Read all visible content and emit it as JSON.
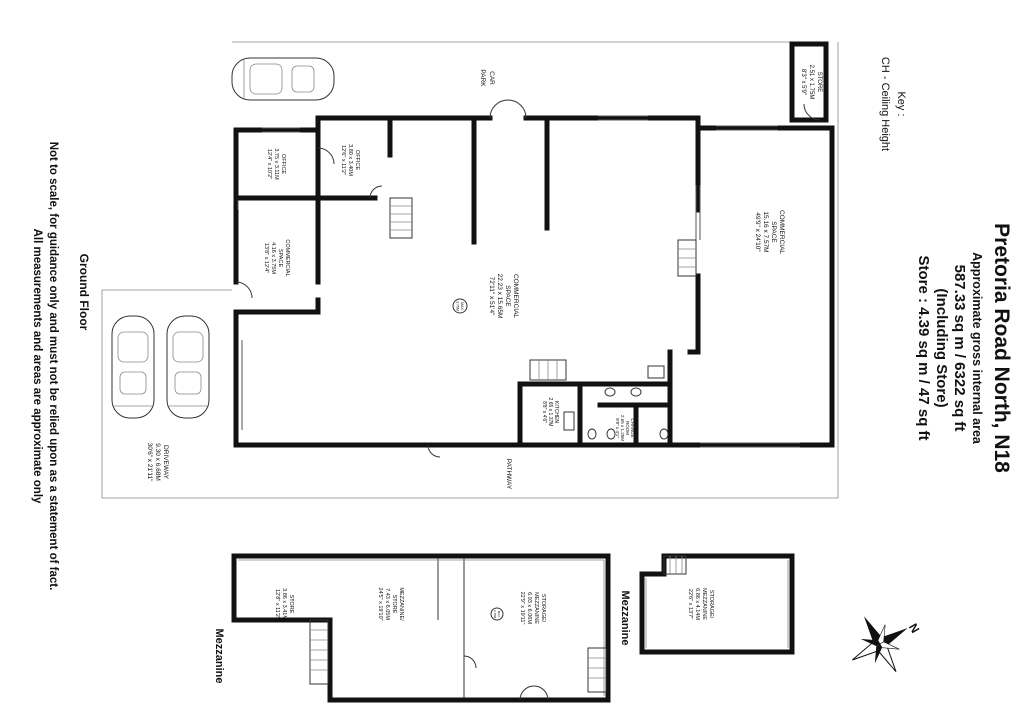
{
  "title": {
    "name": "Pretoria Road North, N18",
    "area_label": "Approximate gross internal area",
    "area_value": "587.33 sq m / 6322 sq ft",
    "area_note": "(Including Store)",
    "store_area": "Store : 4.39 sq m / 47 sq ft"
  },
  "key": {
    "heading": "Key :",
    "item": "CH - Ceiling Height"
  },
  "disclaimer": {
    "line1": "Not to scale, for guidance only and must not be relied upon as a statement of fact.",
    "line2": "All measurements and areas are approximate only"
  },
  "floors": {
    "ground": "Ground Floor",
    "mezzanine_left": "Mezzanine",
    "mezzanine_right": "Mezzanine"
  },
  "rooms": {
    "store_top": {
      "name": "STORE",
      "dims": "2.51 x 1.75M",
      "dims_ft": "8'3\" x 5'9\""
    },
    "car_park": {
      "line1": "CAR",
      "line2": "PARK"
    },
    "office1": {
      "name": "OFFICE",
      "dims": "3.75 x 3.11M",
      "dims_ft": "12'4\" x 10'2\""
    },
    "office2": {
      "name": "OFFICE",
      "dims": "3.80 x 3.40M",
      "dims_ft": "12'6\" x 11'2\""
    },
    "commercial_small": {
      "name": "COMMERCIAL",
      "name2": "SPACE",
      "dims": "4.16 x 3.75M",
      "dims_ft": "13'8\" x 12'4\""
    },
    "commercial_main": {
      "name": "COMMERCIAL",
      "name2": "SPACE",
      "dims": "22.23 x 15.65M",
      "dims_ft": "72'11\" x 51'4\""
    },
    "commercial_right": {
      "name": "COMMERCIAL",
      "name2": "SPACE",
      "dims": "15.16 x 7.57M",
      "dims_ft": "49'9\" x 24'10\""
    },
    "kitchen": {
      "name": "KITCHEN",
      "dims": "2.65 x 1.37M",
      "dims_ft": "8'8\" x 4'6\""
    },
    "change_room": {
      "name": "CHANGE",
      "name2": "ROOM",
      "dims": "2.65 x 1.25M",
      "dims_ft": "8'8\" x 4'1\""
    },
    "driveway": {
      "name": "DRIVEWAY",
      "dims": "9.30 x 6.68M",
      "dims_ft": "30'6\" x 21'11\""
    },
    "pathway": {
      "name": "PATHWAY"
    },
    "mezz_store": {
      "name": "STORE",
      "dims": "3.86 x 3.41M",
      "dims_ft": "12'8\" x 11'2\""
    },
    "mezz_mezzanine": {
      "name": "MEZZANINE/",
      "name2": "STORE",
      "dims": "7.43 x 6.05M",
      "dims_ft": "24'5\" x 19'10\""
    },
    "mezz_storage1": {
      "name": "STORAGE/",
      "name2": "MEZZANINE",
      "dims": "6.93 x 6.06M",
      "dims_ft": "22'9\" x 19'11\""
    },
    "mezz_storage2": {
      "name": "STORAGE/",
      "name2": "MEZZANINE",
      "dims": "6.86 x 4.14M",
      "dims_ft": "22'6\" x 13'7\""
    }
  },
  "ceiling_height": {
    "label": "MAX",
    "value": "3.75M"
  },
  "compass": {
    "letter": "N"
  }
}
